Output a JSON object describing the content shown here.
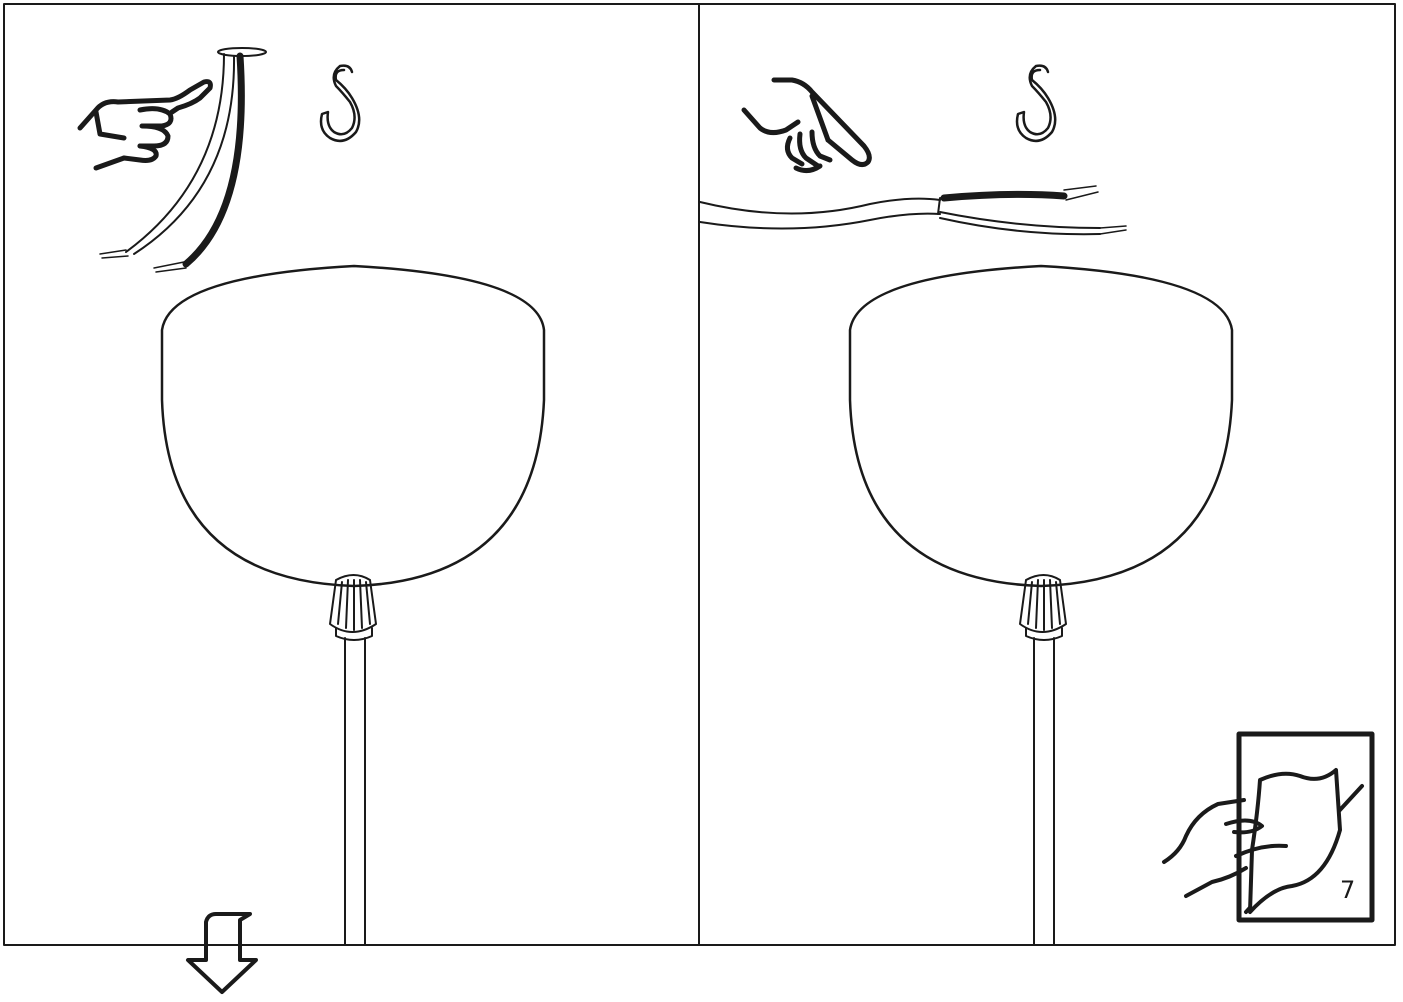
{
  "page": {
    "number": "7"
  },
  "panels": [
    {
      "name": "step-left",
      "hand": "pointing-hand-icon",
      "hook": "ceiling-hook-icon",
      "cable": "cable-from-ceiling"
    },
    {
      "name": "step-right",
      "hand": "pointing-hand-icon",
      "hook": "ceiling-hook-icon",
      "cable": "cable-horizontal"
    }
  ],
  "icons": [
    "pointing-hand-icon",
    "ceiling-hook-icon",
    "canopy",
    "cord-grip",
    "pendant-cord",
    "down-arrow-icon",
    "turn-page-icon"
  ],
  "colors": {
    "line": "#1a1a1a",
    "background": "#ffffff"
  }
}
